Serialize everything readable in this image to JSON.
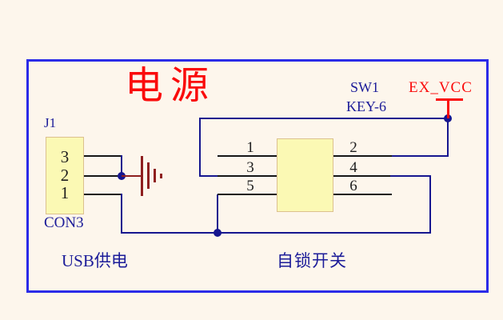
{
  "sheet": {
    "title": "电源"
  },
  "connector": {
    "designator": "J1",
    "part": "CON3",
    "pins": [
      "3",
      "2",
      "1"
    ],
    "caption": "USB供电"
  },
  "switch": {
    "designator": "SW1",
    "part": "KEY-6",
    "left_pins": [
      "1",
      "3",
      "5"
    ],
    "right_pins": [
      "2",
      "4",
      "6"
    ],
    "caption": "自锁开关"
  },
  "power": {
    "net_label": "EX_VCC"
  },
  "colors": {
    "background": "#FDF6EC",
    "sheet_border": "#2B2BE8",
    "wire": "#16168F",
    "pin_line": "#161616",
    "component_fill": "#FBF9B4",
    "component_border": "#DCC18E",
    "ground_symbol": "#8E1F1F",
    "accent_red": "#FA0B0B",
    "label_blue": "#1C1C99"
  }
}
